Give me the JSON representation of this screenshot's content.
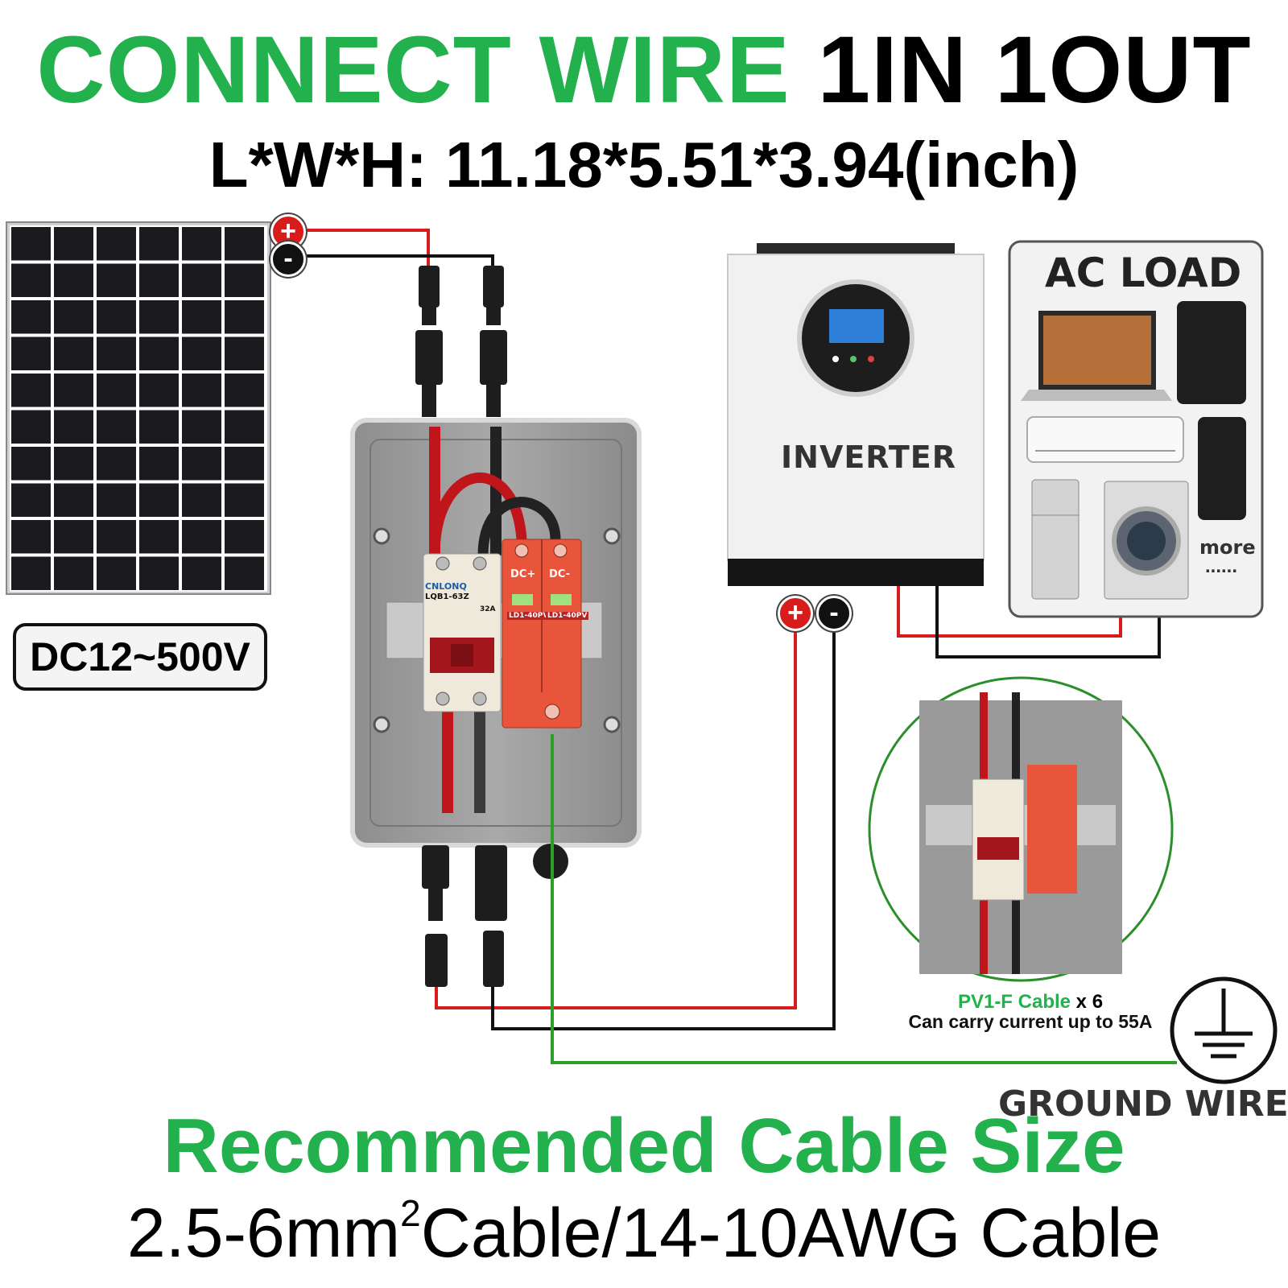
{
  "header": {
    "title_green": "CONNECT WIRE",
    "title_black": "1IN 1OUT",
    "dimensions": "L*W*H: 11.18*5.51*3.94(inch)"
  },
  "solar_panel": {
    "voltage_range": "DC12~500V"
  },
  "terminals": {
    "positive": "+",
    "negative": "-"
  },
  "inverter": {
    "label": "INVERTER"
  },
  "ac_load": {
    "title": "AC LOAD",
    "more": "more",
    "more_dots": "......",
    "devices": [
      "laptop-icon",
      "tablet-icon",
      "air-conditioner-icon",
      "phone-icon",
      "refrigerator-icon",
      "washing-machine-icon"
    ]
  },
  "combiner_box": {
    "breaker_brand": "CNLONQ",
    "breaker_model": "LQB1-63Z",
    "breaker_rating": "32A",
    "spd_model": "LD1-40PV",
    "spd_pos": "DC+",
    "spd_neg": "DC-"
  },
  "detail_inset": {
    "cable_name": "PV1-F Cable",
    "cable_count": "x 6",
    "cable_current": "Can carry current up to 55A"
  },
  "ground": {
    "label": "GROUND WIRE"
  },
  "footer": {
    "recommend_title": "Recommended Cable Size",
    "cable_size_pre": "2.5-6mm",
    "cable_size_sup": "2",
    "cable_size_post": "Cable/14-10AWG Cable"
  },
  "colors": {
    "accent_green": "#22b14c",
    "wire_red": "#d81b1b",
    "wire_black": "#111111",
    "ground_green": "#2aa02a",
    "spd_orange": "#e8553a"
  }
}
